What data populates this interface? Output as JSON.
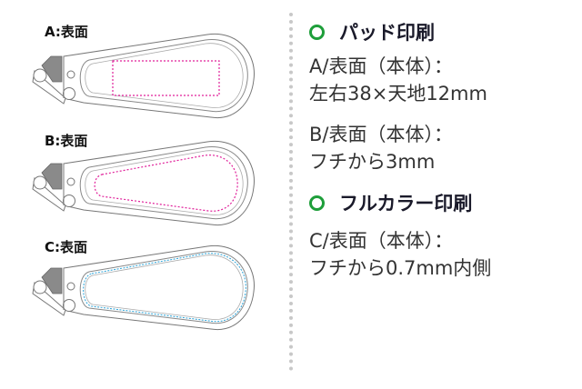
{
  "labels": {
    "a": "A:表面",
    "b": "B:表面",
    "c": "C:表面"
  },
  "sections": [
    {
      "heading": "パッド印刷",
      "items": [
        {
          "line1": "A/表面（本体）：",
          "line2": "左右38×天地12mm"
        },
        {
          "line1": "B/表面（本体）：",
          "line2": "フチから3mm"
        }
      ]
    },
    {
      "heading": "フルカラー印刷",
      "items": [
        {
          "line1": "C/表面（本体）：",
          "line2": "フチから0.7mm内側"
        }
      ]
    }
  ],
  "colors": {
    "pad_print": "#e0209a",
    "full_color": "#2aa3d8",
    "bullet": "#1e9e3a"
  }
}
